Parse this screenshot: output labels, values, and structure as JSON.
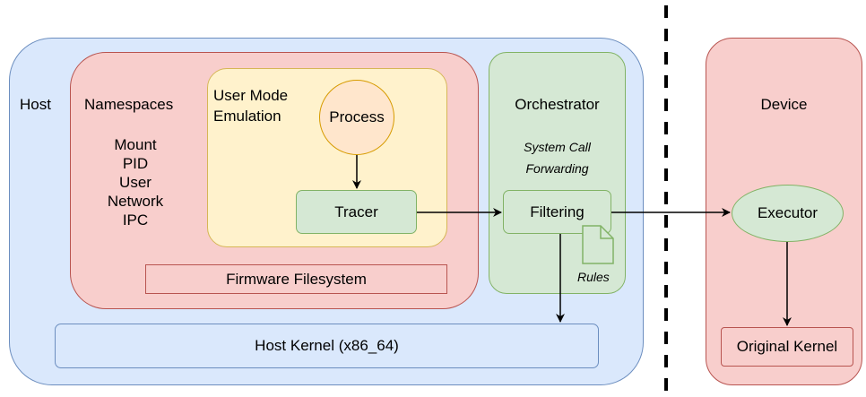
{
  "host": {
    "label": "Host"
  },
  "namespaces": {
    "label": "Namespaces",
    "items": [
      "Mount",
      "PID",
      "User",
      "Network",
      "IPC"
    ]
  },
  "user_mode": {
    "label_line1": "User Mode",
    "label_line2": "Emulation"
  },
  "process": {
    "label": "Process"
  },
  "tracer": {
    "label": "Tracer"
  },
  "firmware_fs": {
    "label": "Firmware Filesystem"
  },
  "host_kernel": {
    "label": "Host Kernel (x86_64)"
  },
  "orchestrator": {
    "label": "Orchestrator",
    "subtitle_line1": "System Call",
    "subtitle_line2": "Forwarding",
    "filtering": "Filtering",
    "rules": "Rules"
  },
  "device": {
    "label": "Device",
    "executor": "Executor",
    "original_kernel": "Original Kernel"
  },
  "colors": {
    "host_fill": "#dae8fc",
    "host_stroke": "#6c8ebf",
    "red_fill": "#f8cecc",
    "red_stroke": "#b85450",
    "yellow_fill": "#fff2cc",
    "yellow_stroke": "#d6b656",
    "green_fill": "#d5e8d4",
    "green_stroke": "#82b366",
    "orange_fill": "#ffe6cc",
    "orange_stroke": "#d79b00"
  }
}
